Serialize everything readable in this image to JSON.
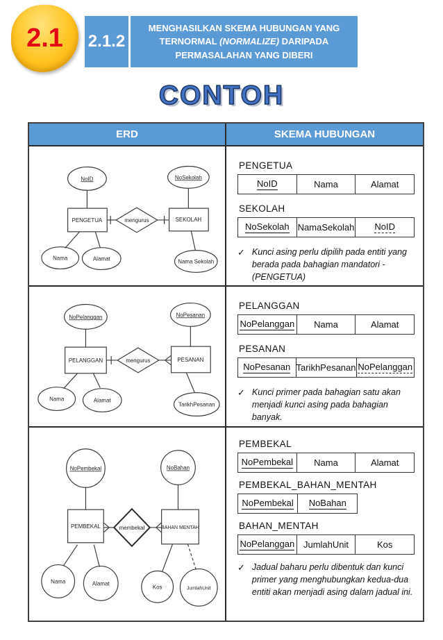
{
  "theme": {
    "accent_blue": "#5B9BD5",
    "badge_yellow": "#FFC41F",
    "badge_red": "#E30613",
    "heading_blue": "#4472C4",
    "heading_outline": "#1F3864",
    "border_dark": "#3F3F3F"
  },
  "header": {
    "badge": "2.1",
    "sub_badge": "2.1.2",
    "title": {
      "line1": "MENGHASILKAN SKEMA HUBUNGAN YANG",
      "line2_pre": "TERNORMAL ",
      "line2_italic": "(NORMALIZE)",
      "line2_post": " DARIPADA",
      "line3": "PERMASALAHAN YANG DIBERI"
    }
  },
  "heading": {
    "text": "CONTOH"
  },
  "table": {
    "check_glyph": "✓",
    "headers": {
      "erd": "ERD",
      "skema": "SKEMA HUBUNGAN"
    },
    "rows": [
      {
        "erd": {
          "entity_left": "PENGETUA",
          "entity_right": "SEKOLAH",
          "relation": "mengurus",
          "key_left": "NoID",
          "key_right": "NoSekolah",
          "attr_left_1": "Nama",
          "attr_left_2": "Alamat",
          "attr_right_1": "Nama Sekolah",
          "cardinality": "one-to-one"
        },
        "schemas": [
          {
            "name": "PENGETUA",
            "fields": [
              {
                "text": "NoID",
                "key": "primary"
              },
              {
                "text": "Nama",
                "key": "none"
              },
              {
                "text": "Alamat",
                "key": "none"
              }
            ]
          },
          {
            "name": "SEKOLAH",
            "fields": [
              {
                "text": "NoSekolah",
                "key": "primary"
              },
              {
                "text": "NamaSekolah",
                "key": "none"
              },
              {
                "text": "NoID",
                "key": "foreign"
              }
            ]
          }
        ],
        "note": "Kunci asing perlu dipilih pada entiti yang berada pada bahagian mandatori - (PENGETUA)"
      },
      {
        "erd": {
          "entity_left": "PELANGGAN",
          "entity_right": "PESANAN",
          "relation": "mengurus",
          "key_left": "NoPelanggan",
          "key_right": "NoPesanan",
          "attr_left_1": "Nama",
          "attr_left_2": "Alamat",
          "attr_right_1": "TarikhPesanan",
          "cardinality": "one-to-many"
        },
        "schemas": [
          {
            "name": "PELANGGAN",
            "fields": [
              {
                "text": "NoPelanggan",
                "key": "primary"
              },
              {
                "text": "Nama",
                "key": "none"
              },
              {
                "text": "Alamat",
                "key": "none"
              }
            ]
          },
          {
            "name": "PESANAN",
            "fields": [
              {
                "text": "NoPesanan",
                "key": "primary"
              },
              {
                "text": "TarikhPesanan",
                "key": "none"
              },
              {
                "text": "NoPelanggan",
                "key": "foreign"
              }
            ]
          }
        ],
        "note": "Kunci primer pada bahagian satu akan menjadi kunci asing pada bahagian banyak."
      },
      {
        "erd": {
          "entity_left": "PEMBEKAL",
          "entity_right": "BAHAN MENTAH",
          "relation": "membekal",
          "key_left": "NoPembekal",
          "key_right": "NoBahan",
          "attr_left_1": "Nama",
          "attr_left_2": "Alamat",
          "attr_right_1": "Kos",
          "attr_right_2": "JumlahUnit",
          "cardinality": "many-to-many"
        },
        "schemas": [
          {
            "name": "PEMBEKAL",
            "fields": [
              {
                "text": "NoPembekal",
                "key": "primary"
              },
              {
                "text": "Nama",
                "key": "none"
              },
              {
                "text": "Alamat",
                "key": "none"
              }
            ]
          },
          {
            "name": "PEMBEKAL_BAHAN_MENTAH",
            "fields": [
              {
                "text": "NoPembekal",
                "key": "primary"
              },
              {
                "text": "NoBahan",
                "key": "primary"
              }
            ]
          },
          {
            "name": "BAHAN_MENTAH",
            "fields": [
              {
                "text": "NoPelanggan",
                "key": "primary"
              },
              {
                "text": "JumlahUnit",
                "key": "none"
              },
              {
                "text": "Kos",
                "key": "none"
              }
            ]
          }
        ],
        "note": "Jadual baharu perlu dibentuk dan kunci primer yang menghubungkan kedua-dua entiti akan menjadi asing dalam jadual ini."
      }
    ]
  }
}
